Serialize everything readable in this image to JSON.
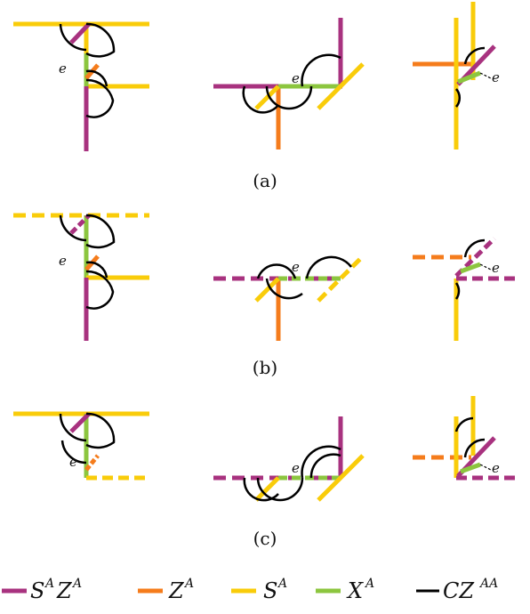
{
  "colors": {
    "SZ": "#a8327f",
    "Z": "#f57c1c",
    "S": "#f9cc0a",
    "X": "#8cc63f",
    "CZ": "#000000"
  },
  "edge_label": "e",
  "captions": [
    "(a)",
    "(b)",
    "(c)"
  ],
  "legend": [
    {
      "key": "SZ",
      "base": "S",
      "sup": "A",
      "base2": "Z",
      "sup2": "A"
    },
    {
      "key": "Z",
      "base": "Z",
      "sup": "A"
    },
    {
      "key": "S",
      "base": "S",
      "sup": "A"
    },
    {
      "key": "X",
      "base": "X",
      "sup": "A"
    },
    {
      "key": "CZ",
      "base": "CZ",
      "sup": "AA"
    }
  ]
}
